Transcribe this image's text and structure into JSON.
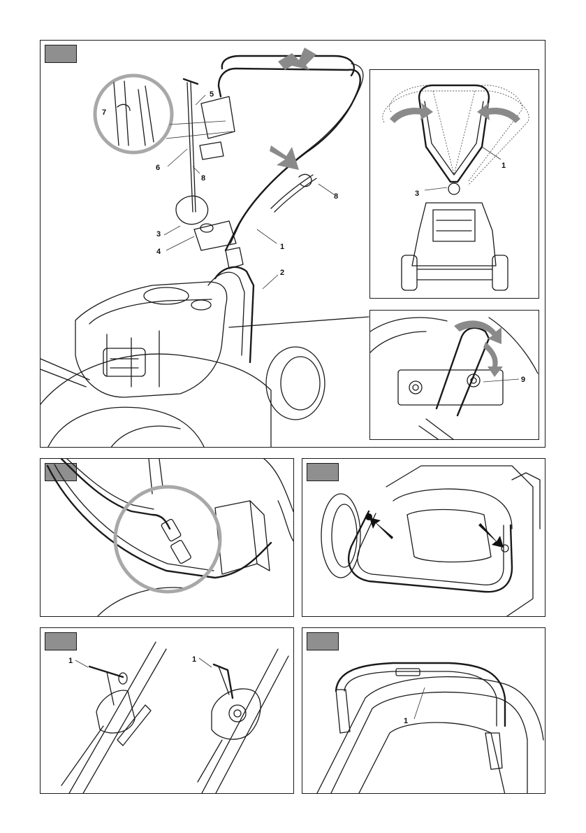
{
  "figure_top": {
    "callouts": [
      "1",
      "2",
      "3",
      "4",
      "5",
      "6",
      "7",
      "8",
      "8"
    ],
    "inset_handle": {
      "callouts": [
        "1",
        "3"
      ]
    },
    "inset_bolt": {
      "callouts": [
        "9"
      ]
    }
  },
  "figure_lever": {
    "callouts": [
      "1",
      "1"
    ]
  },
  "figure_handle_bar": {
    "callouts": [
      "1"
    ]
  },
  "colors": {
    "tab_grey": "#8f8f8f",
    "arrow_grey": "#8a8a8a",
    "zoom_ring": "#a8a8a8",
    "line": "#1a1a1a"
  }
}
